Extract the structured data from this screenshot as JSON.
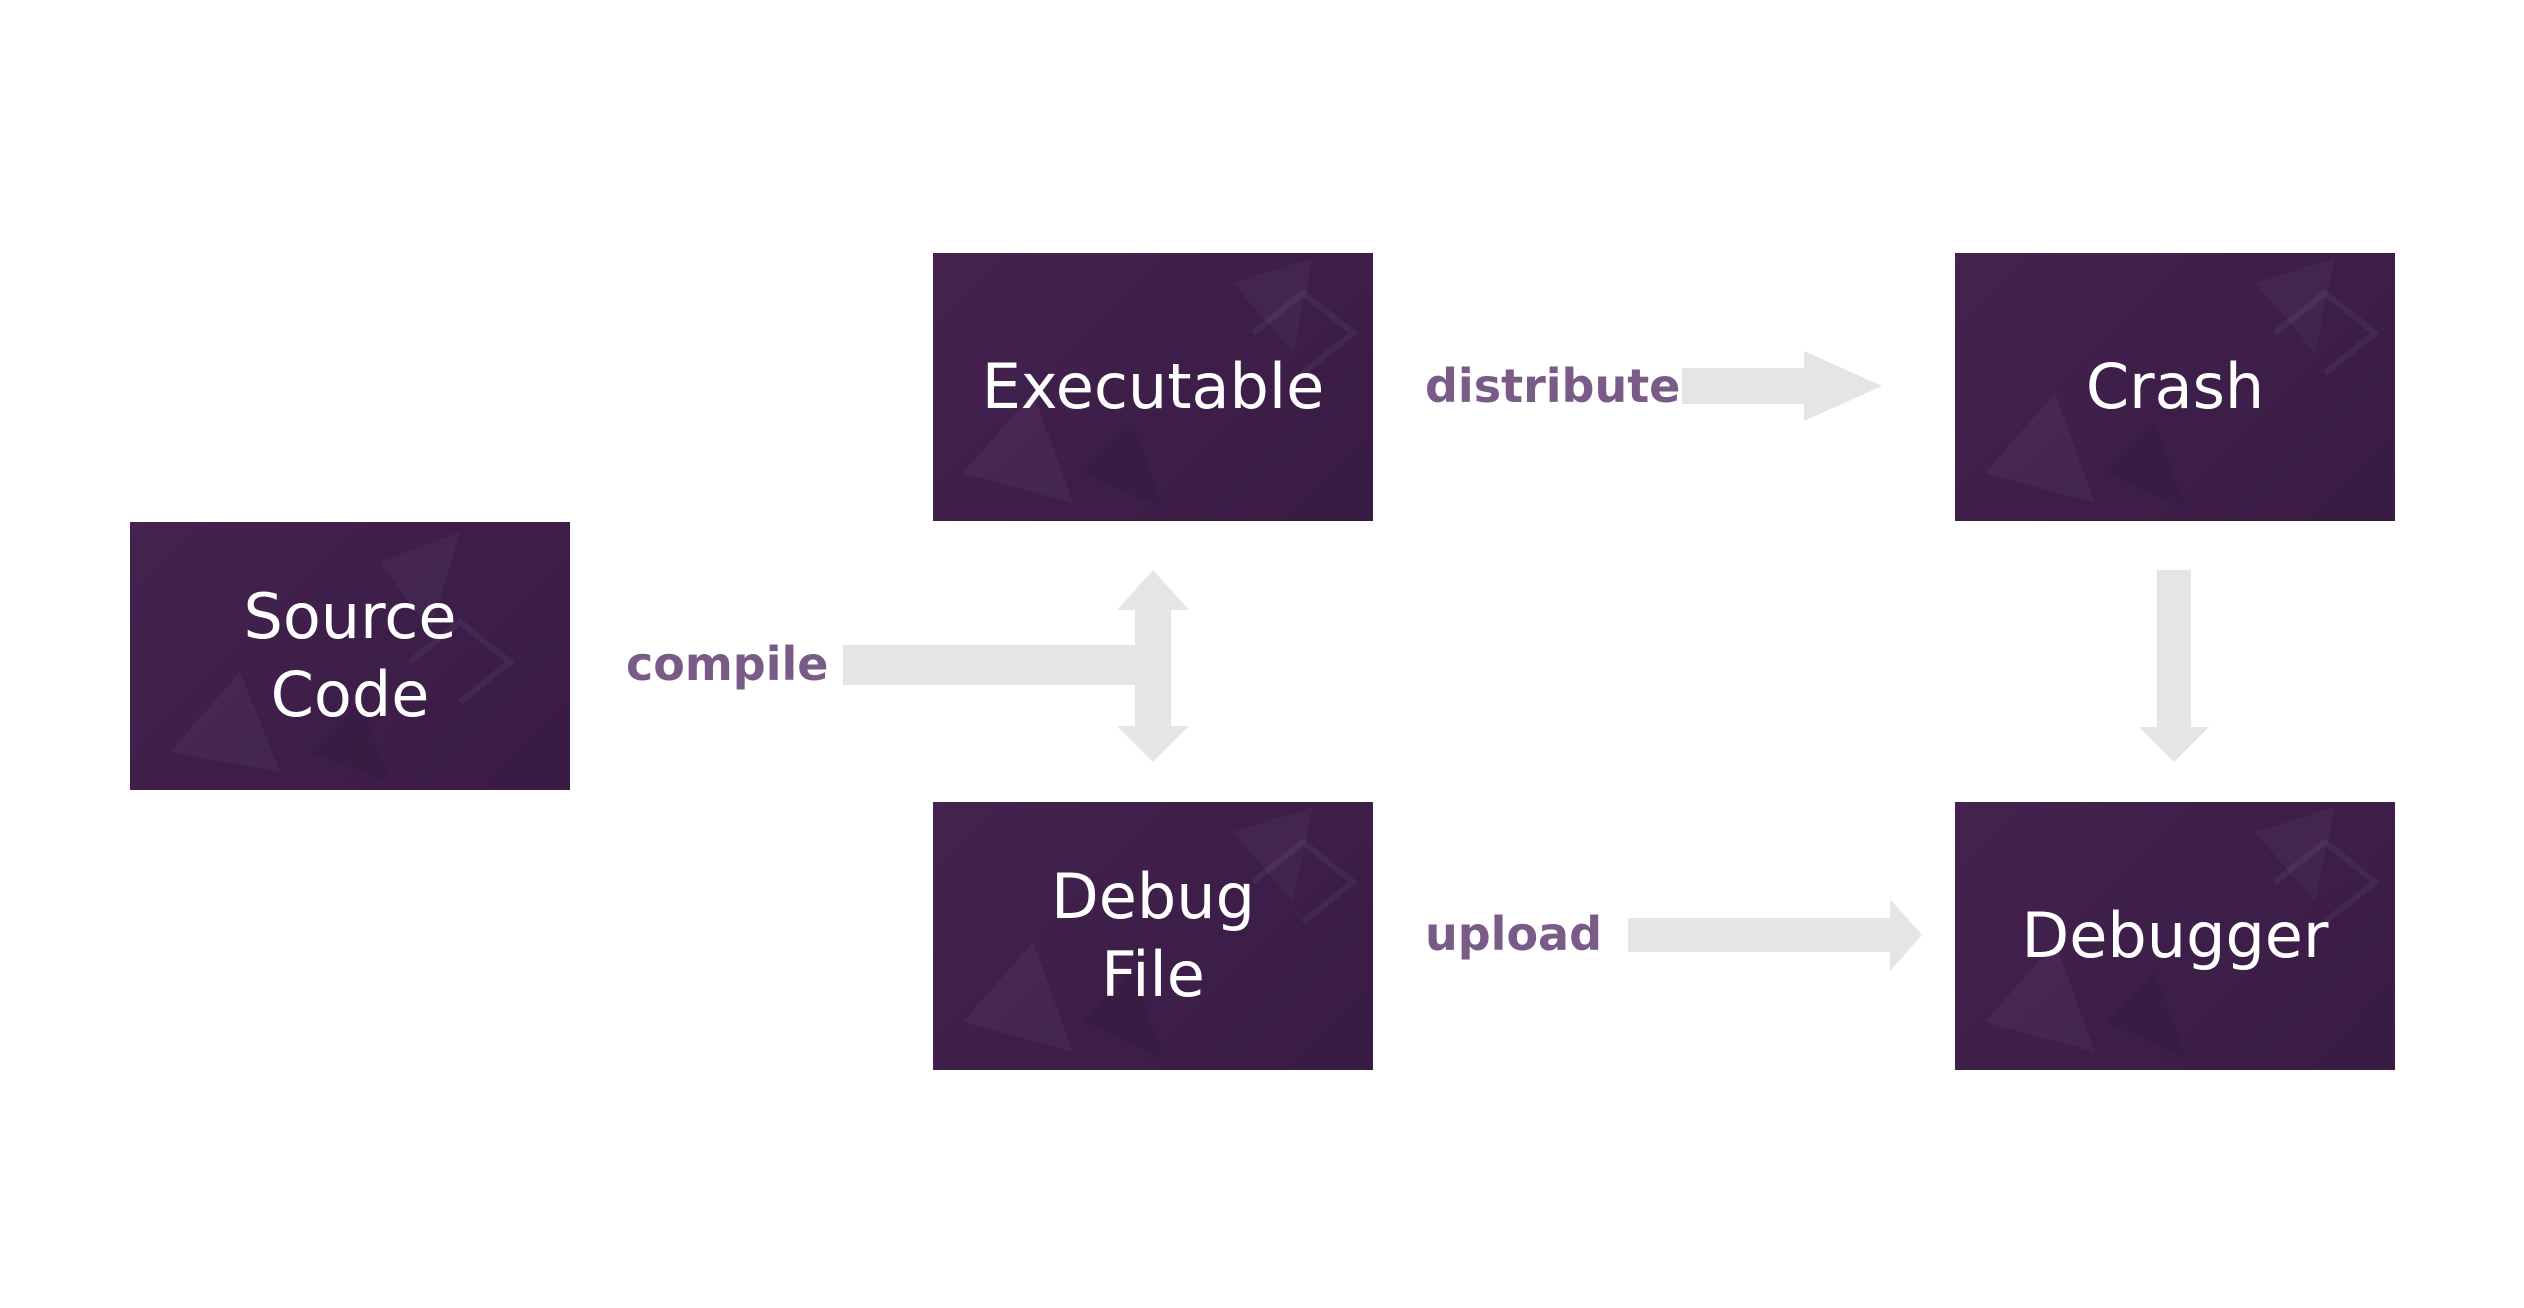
{
  "nodes": {
    "source_code": "Source\nCode",
    "executable": "Executable",
    "debug_file": "Debug\nFile",
    "crash": "Crash",
    "debugger": "Debugger"
  },
  "edges": {
    "compile": "compile",
    "distribute": "distribute",
    "upload": "upload"
  },
  "colors": {
    "node_fill": "#3f1f4b",
    "node_text": "#ffffff",
    "edge_label": "#7a5a86",
    "arrow": "#e6e4e7"
  }
}
